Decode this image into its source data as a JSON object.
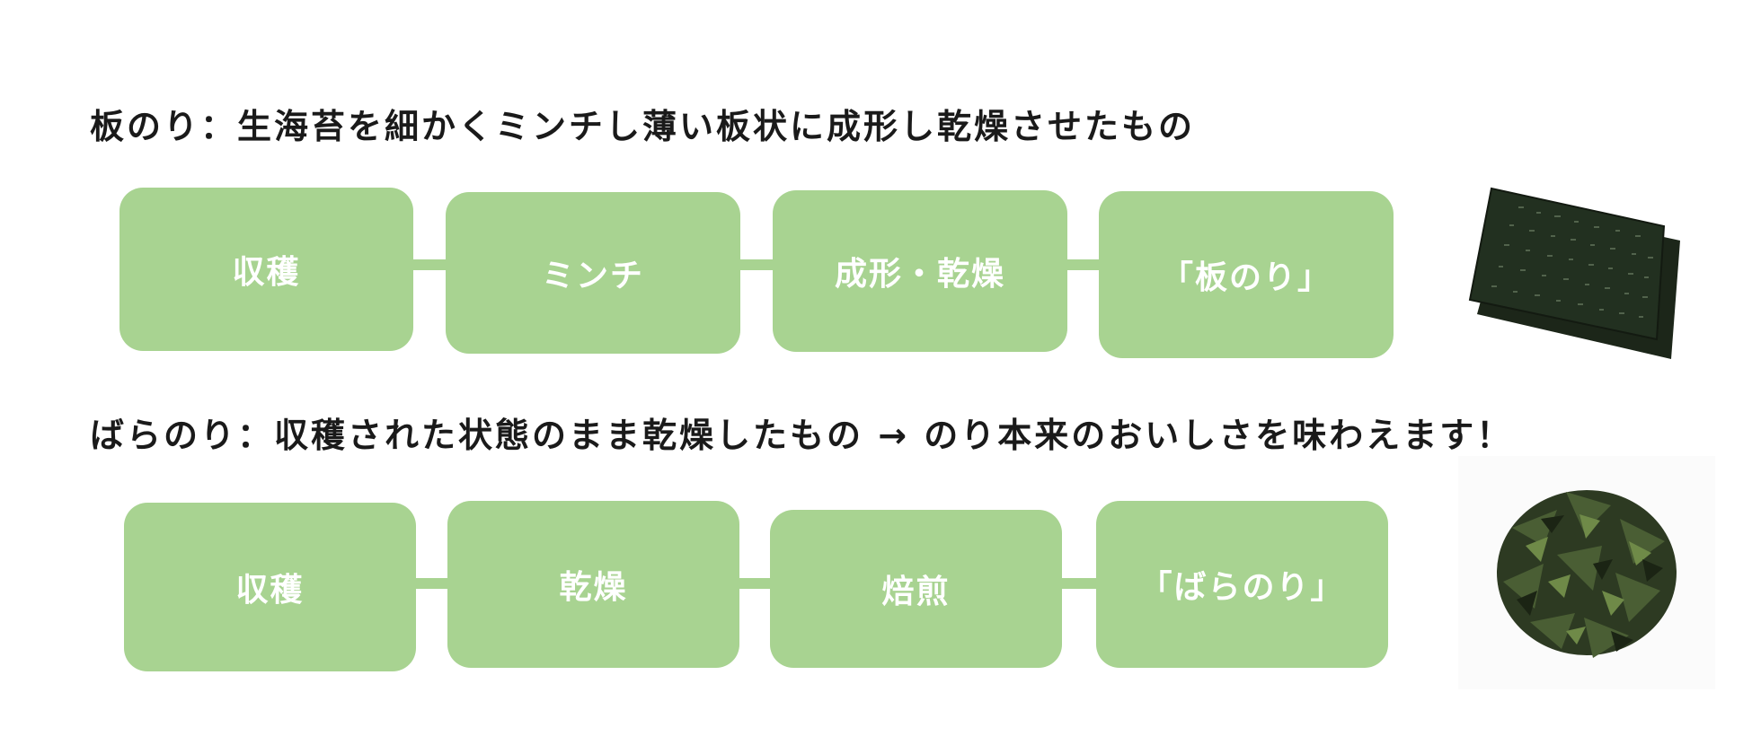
{
  "colors": {
    "box_fill": "#a8d391",
    "box_text": "#ffffff",
    "heading_text": "#1a1a1a"
  },
  "sections": [
    {
      "heading": "板のり：生海苔を細かくミンチし薄い板状に成形し乾燥させたもの",
      "steps": [
        "収穫",
        "ミンチ",
        "成形・乾燥",
        "「板のり」"
      ],
      "image": "stacked-nori-sheets"
    },
    {
      "heading": "ばらのり：収穫された状態のまま乾燥したもの → のり本来のおいしさを味わえます！",
      "steps": [
        "収穫",
        "乾燥",
        "焙煎",
        "「ばらのり」"
      ],
      "image": "loose-nori-pile"
    }
  ]
}
